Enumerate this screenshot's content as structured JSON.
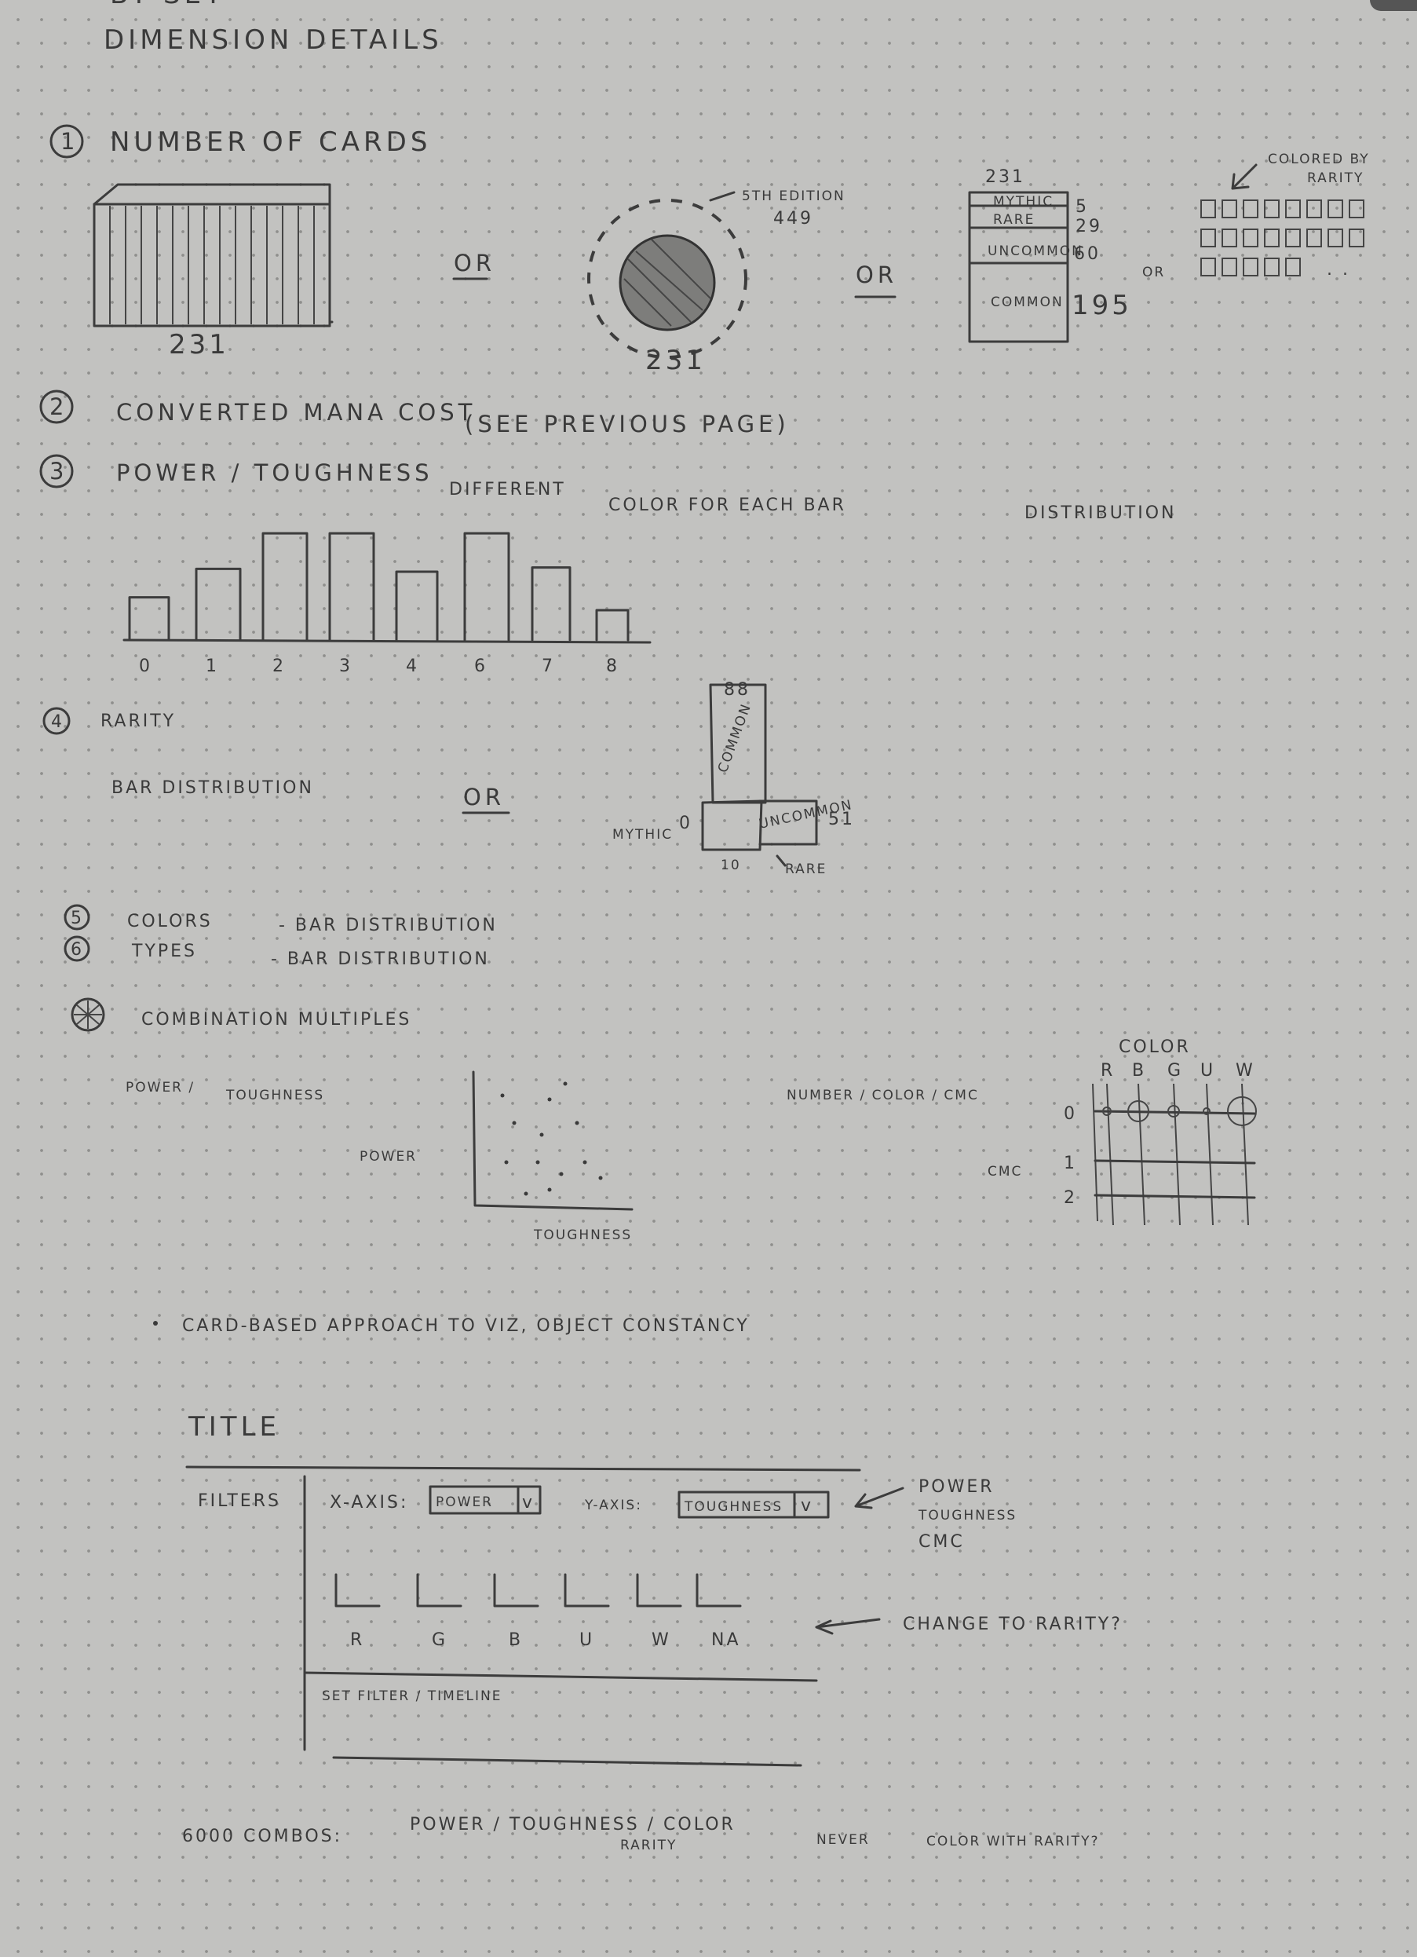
{
  "header": {
    "line1": "BY SET",
    "line2": "DIMENSION DETAILS"
  },
  "section1": {
    "label": "NUMBER OF CARDS",
    "box_value": "231",
    "or1": "OR",
    "edition_note": "5TH EDITION",
    "edition_count": "449",
    "circle_value": "231",
    "or2": "OR",
    "stack_total": "231",
    "stack_rows": [
      {
        "name": "MYTHIC",
        "value": "5"
      },
      {
        "name": "RARE",
        "value": "29"
      },
      {
        "name": "UNCOMMON",
        "value": "60"
      },
      {
        "name": "COMMON",
        "value": "195"
      }
    ],
    "or3": "OR",
    "grid_note_1": "COLORED BY",
    "grid_note_2": "RARITY"
  },
  "section2": {
    "label": "CONVERTED MANA COST",
    "note": "(SEE PREVIOUS PAGE)"
  },
  "section3": {
    "label": "POWER / TOUGHNESS",
    "note_1": "DIFFERENT",
    "note_2": "COLOR FOR EACH BAR",
    "note_3": "DISTRIBUTION"
  },
  "chart_data": {
    "type": "bar",
    "categories": [
      "0",
      "1",
      "2",
      "3",
      "4",
      "6",
      "7",
      "8"
    ],
    "values": [
      3,
      5,
      7.5,
      7.5,
      4.8,
      7.5,
      5.1,
      2.1
    ],
    "ylim": [
      0,
      8
    ],
    "title": "",
    "xlabel": "",
    "ylabel": ""
  },
  "section4": {
    "label": "RARITY",
    "sub": "BAR DISTRIBUTION",
    "or": "OR",
    "top_value": "88",
    "common_label": "COMMON",
    "mythic_label": "MYTHIC",
    "mythic_value": "0",
    "uncommon_label": "UNCOMMON",
    "uncommon_value": "51",
    "rare_value": "10",
    "rare_label": "RARE"
  },
  "section5": {
    "label": "COLORS",
    "sub": "- BAR DISTRIBUTION"
  },
  "section6": {
    "label": "TYPES",
    "sub": "- BAR DISTRIBUTION"
  },
  "section7": {
    "label": "COMBINATION MULTIPLES",
    "pt_label_1": "POWER /",
    "pt_label_2": "TOUGHNESS",
    "y_axis": "POWER",
    "x_axis": "TOUGHNESS",
    "matrix_title": "NUMBER / COLOR / CMC",
    "color_header": "COLOR",
    "colors": [
      "R",
      "B",
      "G",
      "U",
      "W"
    ],
    "cmc_label": "CMC",
    "cmc_rows": [
      "0",
      "1",
      "2"
    ]
  },
  "bullet": "CARD-BASED APPROACH TO VIZ, OBJECT CONSTANCY",
  "wireframe": {
    "title": "TITLE",
    "filters": "FILTERS",
    "x_axis_label": "X-AXIS:",
    "x_axis_value": "POWER",
    "y_axis_label": "Y-AXIS:",
    "y_axis_value": "TOUGHNESS",
    "options": [
      "POWER",
      "TOUGHNESS",
      "CMC"
    ],
    "small_multiples": [
      "R",
      "G",
      "B",
      "U",
      "W",
      "NA"
    ],
    "change_note": "CHANGE TO RARITY?",
    "timeline": "SET FILTER / TIMELINE"
  },
  "footer": {
    "combos_1": "6000 COMBOS:",
    "combos_2": "POWER / TOUGHNESS / COLOR",
    "combos_3": "RARITY",
    "note_1": "NEVER",
    "note_2": "COLOR WITH RARITY?"
  }
}
